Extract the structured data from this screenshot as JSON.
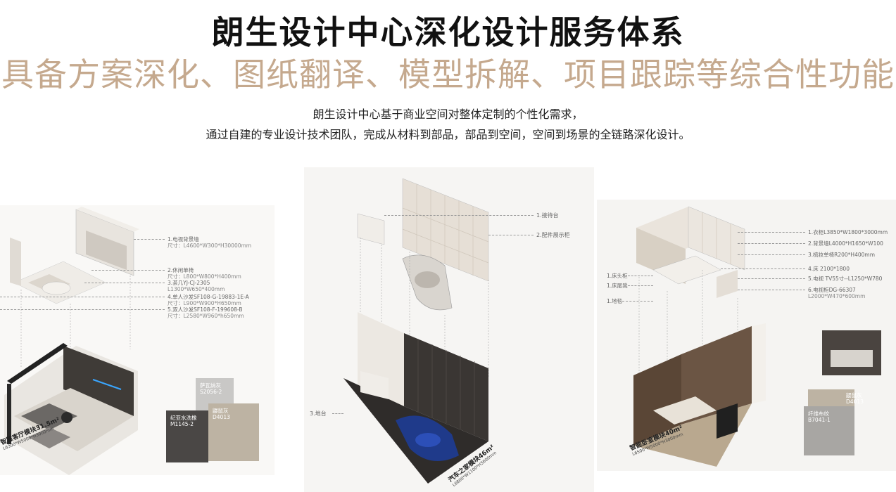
{
  "title": "朗生设计中心深化设计服务体系",
  "subtitle": "具备方案深化、图纸翻译、模型拆解、项目跟踪等综合性功能",
  "description": {
    "line1": "朗生设计中心基于商业空间对整体定制的个性化需求，",
    "line2": "通过自建的专业设计技术团队，完成从材料到部品，部品到空间，空间到场景的全链路深化设计。"
  },
  "panels": [
    {
      "caption": "智慧客厅模块31.5m²",
      "dimensions": "L6300*W5000*H3000mm",
      "labels": [
        {
          "title": "1.电视背景墙",
          "sub": "尺寸：L4600*W300*H30000mm"
        },
        {
          "title": "2.休闲单椅",
          "sub": "尺寸：L800*W800*H400mm"
        },
        {
          "title": "3.茶几YJ-CJ-2305",
          "sub": "L1300*W650*400mm"
        },
        {
          "title": "4.单人沙发SF108-G-19883-1E-A",
          "sub": "尺寸：L900*W900*H650mm"
        },
        {
          "title": "5.双人沙发SF108-F-199608-B",
          "sub": "尺寸：L2580*W960*h650mm"
        }
      ],
      "swatches": [
        {
          "name": "萨瓦纳灰",
          "code": "S2056-2",
          "color": "#c9c8c6"
        },
        {
          "name": "纪亚水洗橡",
          "code": "M1145-2",
          "color": "#4a4745"
        },
        {
          "name": "鼹鼠灰",
          "code": "D4013",
          "color": "#bdb3a3"
        }
      ]
    },
    {
      "caption": "汽车之家模块46m²",
      "dimensions": "L6800*W1100*H3600mm",
      "labels": [
        {
          "title": "1.接待台",
          "sub": ""
        },
        {
          "title": "2.配件展示柜",
          "sub": ""
        },
        {
          "title": "3.地台",
          "sub": ""
        }
      ]
    },
    {
      "caption": "智能卧室模块40m²",
      "dimensions": "L6500*W5000*H3000mm",
      "labels_right": [
        {
          "title": "1.衣柜L3850*W1800*3000mm",
          "sub": ""
        },
        {
          "title": "2.背景墙L4000*H1650*W100",
          "sub": ""
        },
        {
          "title": "3.梳妆单椅R200*H400mm",
          "sub": ""
        },
        {
          "title": "4.床 2100*1800",
          "sub": ""
        },
        {
          "title": "5.电视 TV55寸--L1250*W780",
          "sub": ""
        },
        {
          "title": "6.电视柜DG-66307",
          "sub": "L2000*W470*600mm"
        }
      ],
      "labels_left": [
        {
          "title": "1.床头柜"
        },
        {
          "title": "1.床尾凳"
        },
        {
          "title": "1.地毯"
        }
      ],
      "swatches": [
        {
          "name": "鼹鼠灰",
          "code": "D4013",
          "color": "#bdb3a3"
        },
        {
          "name": "纤维布纹",
          "code": "B7041-1",
          "color": "#a8a6a3"
        }
      ]
    }
  ]
}
